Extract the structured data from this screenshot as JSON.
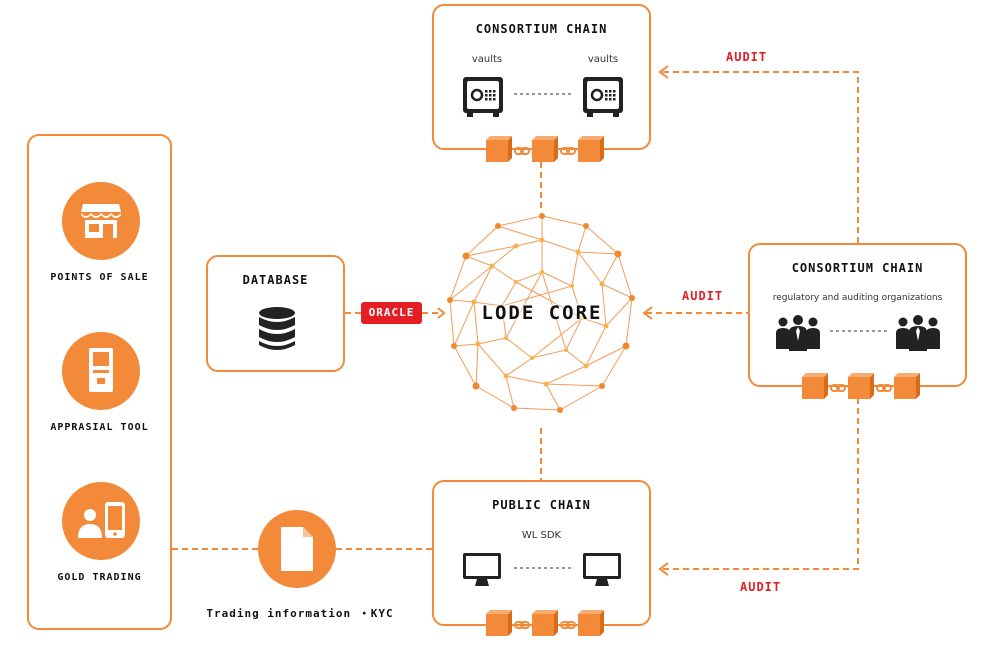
{
  "consortium_top": {
    "title": "CONSORTIUM CHAIN",
    "vault_left_label": "vaults",
    "vault_right_label": "vaults"
  },
  "consortium_right": {
    "title": "CONSORTIUM CHAIN",
    "subtitle": "regulatory and auditing organizations"
  },
  "public_chain": {
    "title": "PUBLIC CHAIN",
    "subtitle": "WL SDK"
  },
  "database": {
    "title": "DATABASE"
  },
  "core": {
    "label": "LODE CORE"
  },
  "oracle": {
    "label": "ORACLE"
  },
  "audit": {
    "top": "AUDIT",
    "middle": "AUDIT",
    "bottom": "AUDIT"
  },
  "sidebar": {
    "items": [
      {
        "label": "POINTS OF SALE",
        "icon": "shop-icon"
      },
      {
        "label": "APPRASIAL TOOL",
        "icon": "kiosk-icon"
      },
      {
        "label": "GOLD TRADING",
        "icon": "user-phone-icon"
      }
    ]
  },
  "trading_info": {
    "label": "Trading information ・KYC",
    "icon": "document-icon"
  },
  "colors": {
    "accent": "#f28a3a",
    "audit": "#e31e24",
    "dark": "#222222"
  }
}
